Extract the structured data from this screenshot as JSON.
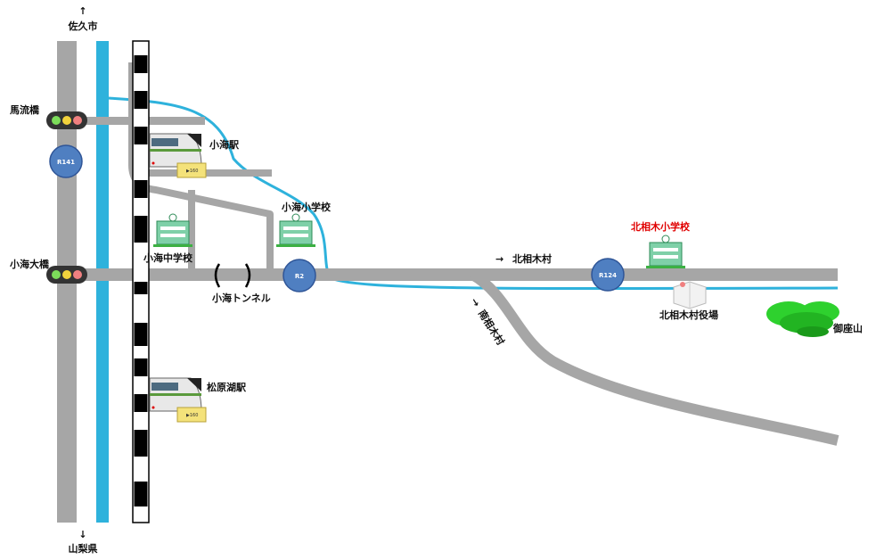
{
  "directions": {
    "north": "↑",
    "north_label": "佐久市",
    "south": "↓",
    "south_label": "山梨県",
    "east_arrow_1": "→",
    "east_label_1": "北相木村",
    "east_arrow_2": "→",
    "east_label_2": "南相木村"
  },
  "intersections": {
    "north": "馬流橋",
    "south": "小海大橋"
  },
  "route_badges": {
    "r141": "R141",
    "r2": "R2",
    "r124": "R124"
  },
  "stations": {
    "koumi": "小海駅",
    "matsubarako": "松原湖駅",
    "koumi_sign": "▶160",
    "matsubarako_sign": "▶160"
  },
  "schools": {
    "koumi_elementary": "小海小学校",
    "koumi_junior_high": "小海中学校",
    "kitaaiki_elementary": "北相木小学校"
  },
  "landmarks": {
    "tunnel": "小海トンネル",
    "village_office": "北相木村役場",
    "mountain": "御座山"
  },
  "colors": {
    "road": "#a6a6a6",
    "river": "#2eb2dc",
    "badge": "#4f7fc1",
    "school_label": "#e00000",
    "mountain": "#2ed12e"
  }
}
